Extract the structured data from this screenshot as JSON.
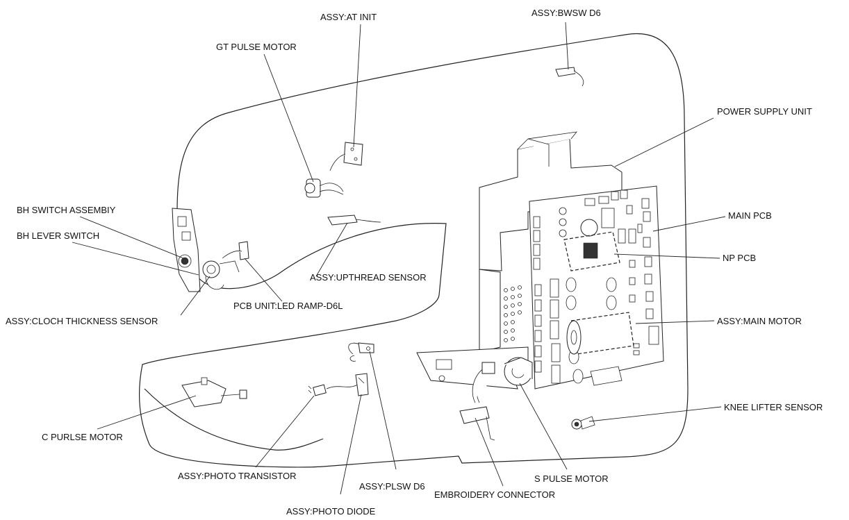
{
  "labels": {
    "assy_at_init": "ASSY:AT INIT",
    "assy_bwsw_d6": "ASSY:BWSW D6",
    "gt_pulse_motor": "GT PULSE MOTOR",
    "power_supply_unit": "POWER SUPPLY UNIT",
    "bh_switch_assembly": "BH SWITCH ASSEMBIY",
    "bh_lever_switch": "BH LEVER SWITCH",
    "main_pcb": "MAIN PCB",
    "np_pcb": "NP PCB",
    "assy_upthread_sensor": "ASSY:UPTHREAD SENSOR",
    "pcb_unit_led_ramp": "PCB UNIT:LED RAMP-D6L",
    "assy_cloch_thickness_sensor": "ASSY:CLOCH THICKNESS SENSOR",
    "assy_main_motor": "ASSY:MAIN MOTOR",
    "knee_lifter_sensor": "KNEE LIFTER SENSOR",
    "c_purlse_motor": "C PURLSE MOTOR",
    "assy_photo_transistor": "ASSY:PHOTO TRANSISTOR",
    "assy_plsw_d6": "ASSY:PLSW D6",
    "s_pulse_motor": "S PULSE MOTOR",
    "embroidery_connector": "EMBROIDERY CONNECTOR",
    "assy_photo_diode": "ASSY:PHOTO DIODE"
  }
}
